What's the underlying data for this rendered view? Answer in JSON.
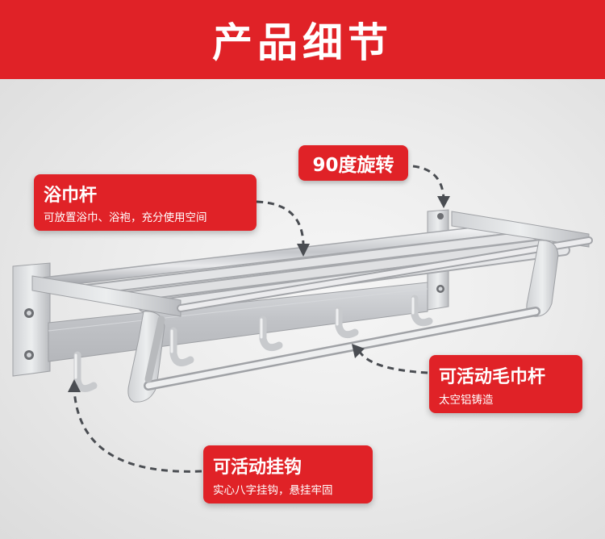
{
  "header": {
    "title": "产品细节"
  },
  "callouts": {
    "towel_rod": {
      "title": "浴巾杆",
      "subtitle": "可放置浴巾、浴袍，充分使用空间"
    },
    "rotate": {
      "title": "90度旋转"
    },
    "movable_bar": {
      "title": "可活动毛巾杆",
      "subtitle": "太空铝铸造"
    },
    "movable_hook": {
      "title": "可活动挂钩",
      "subtitle": "实心八字挂钩，悬挂牢固"
    }
  },
  "colors": {
    "accent": "#e02227",
    "background": "#e9e9ea",
    "metal": "#c9cbcf"
  }
}
